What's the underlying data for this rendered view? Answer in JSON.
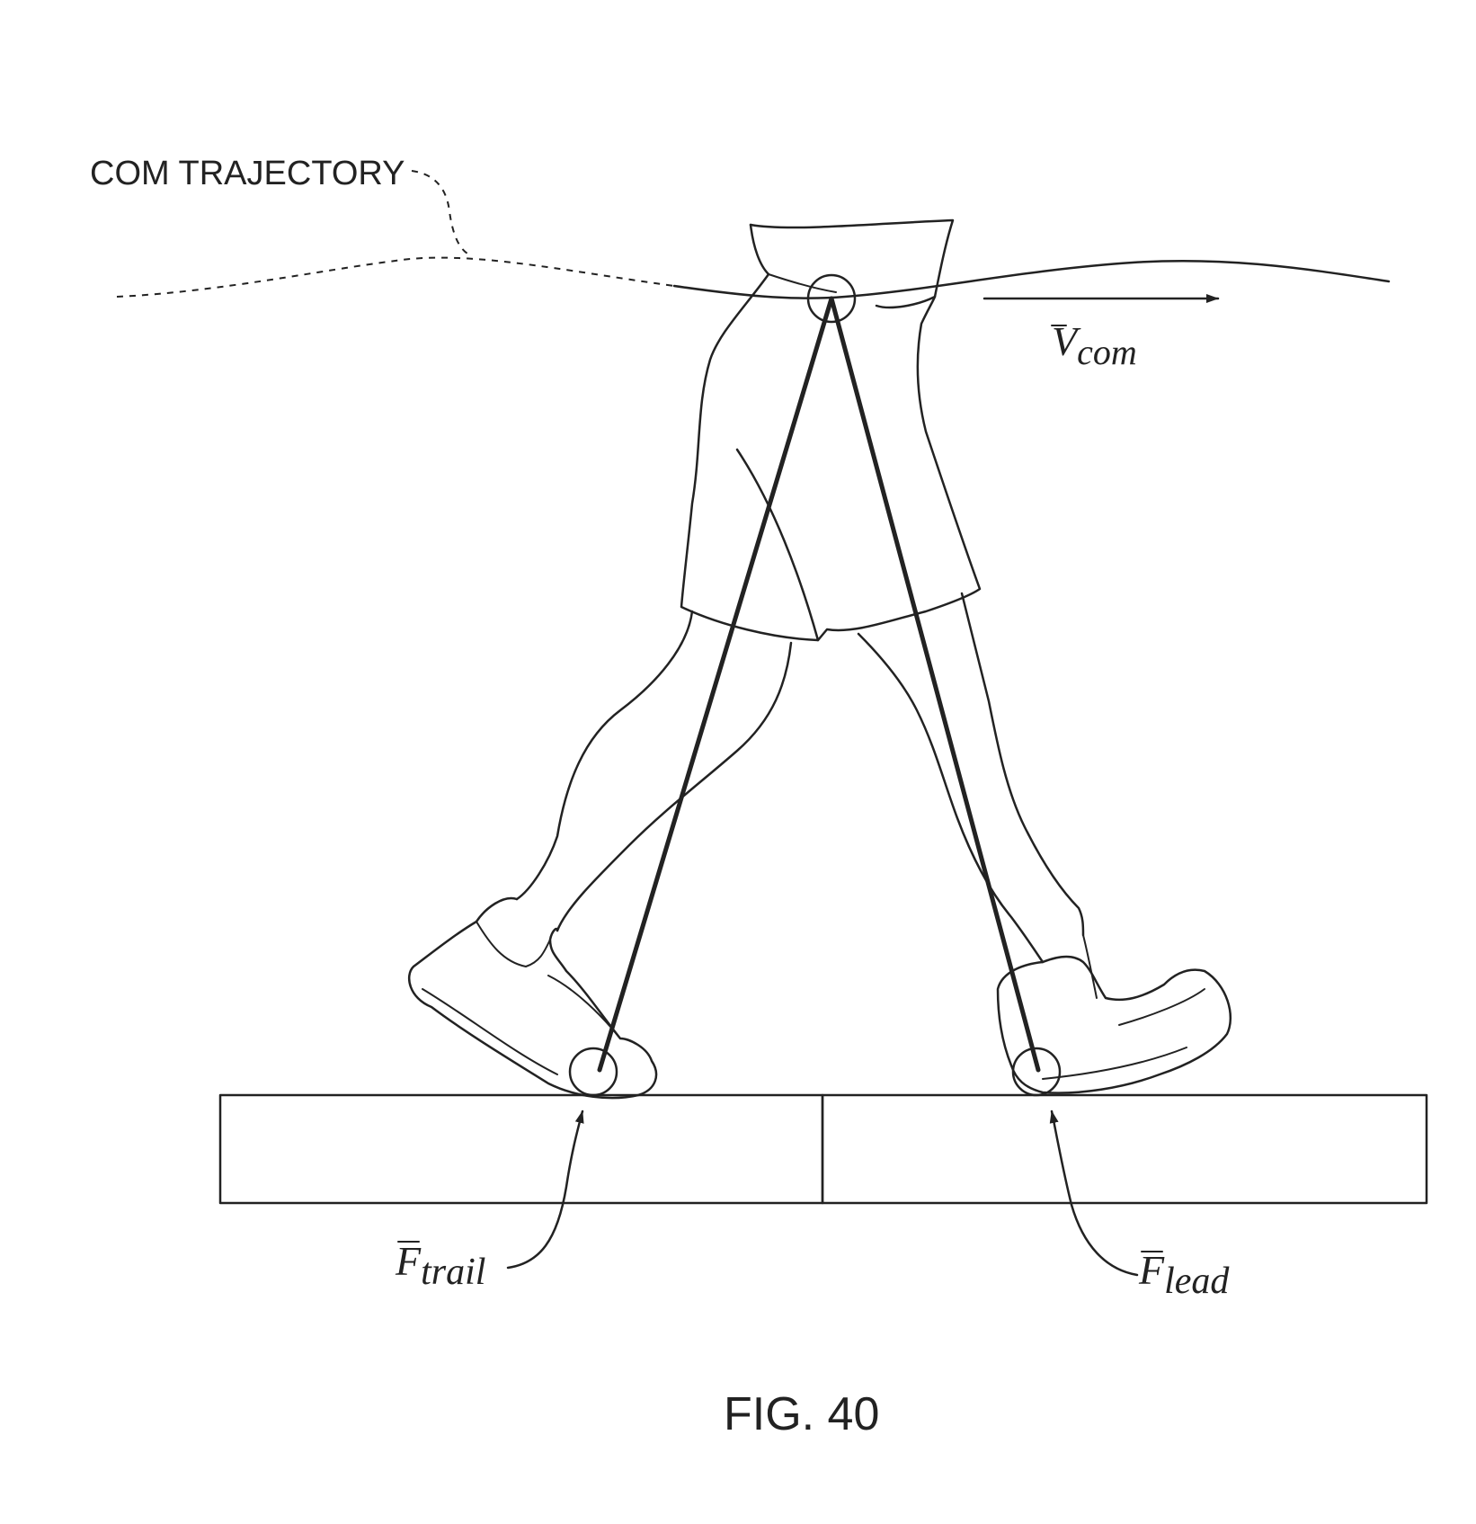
{
  "labels": {
    "com_trajectory": "COM TRAJECTORY",
    "v_com_symbol": "V",
    "v_com_subscript": "com",
    "f_trail_symbol": "F",
    "f_trail_subscript": "trail",
    "f_lead_symbol": "F",
    "f_lead_subscript": "lead",
    "figure_caption": "FIG. 40"
  }
}
